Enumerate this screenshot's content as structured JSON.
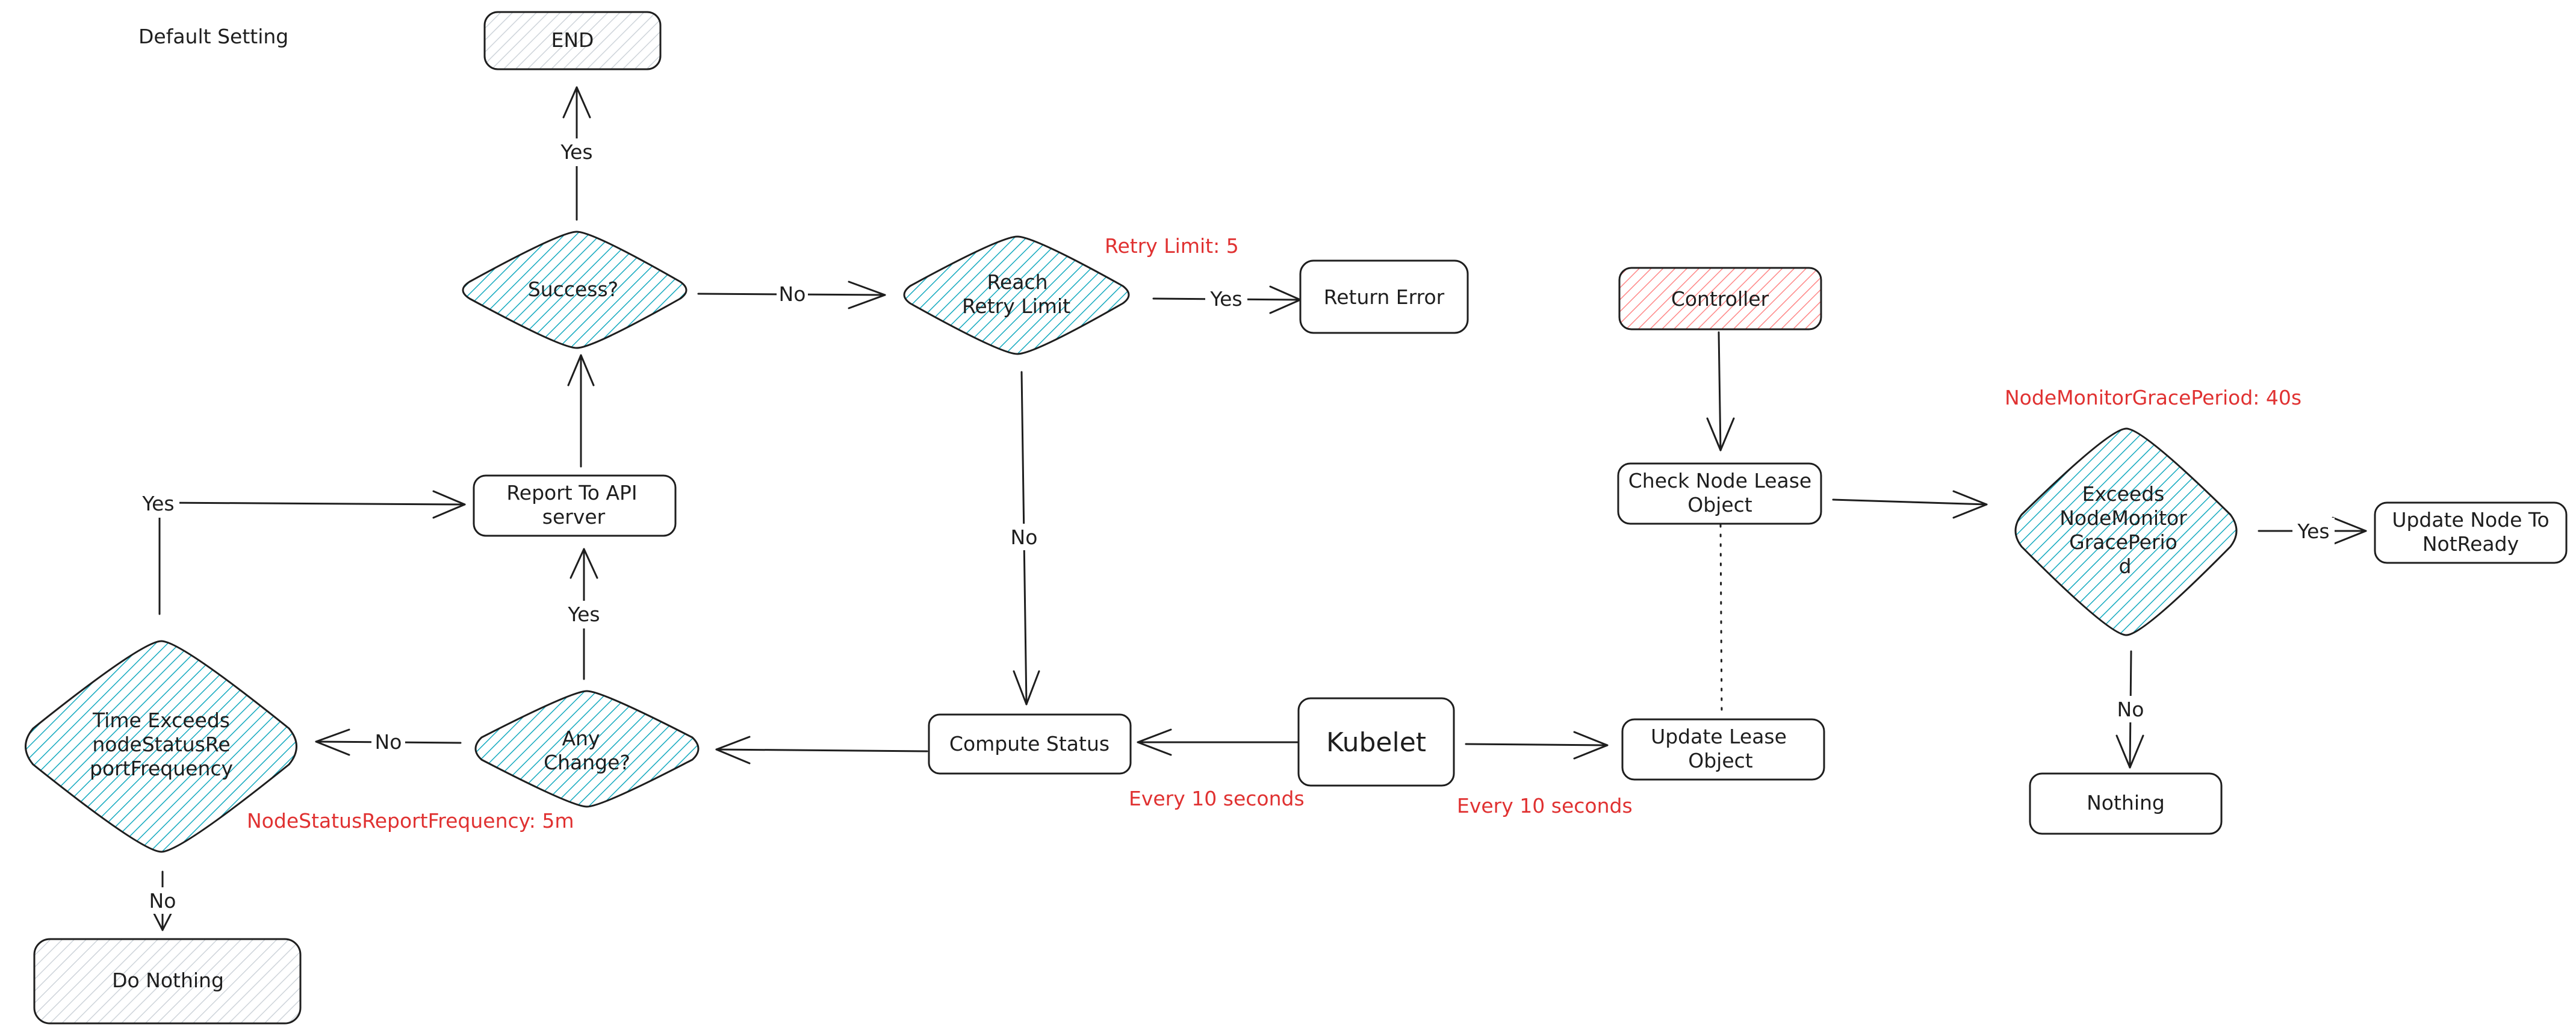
{
  "title": "Default Setting",
  "nodes": {
    "end": "END",
    "success": "Success?",
    "retry_line1": "Reach",
    "retry_line2": "Retry Limit",
    "return_error": "Return Error",
    "report_line1": "Report To API",
    "report_line2": "server",
    "time_line1": "Time Exceeds",
    "time_line2": "nodeStatusRe",
    "time_line3": "portFrequency",
    "any_line1": "Any",
    "any_line2": "Change?",
    "compute_status": "Compute Status",
    "kubelet": "Kubelet",
    "update_lease_line1": "Update Lease",
    "update_lease_line2": "Object",
    "do_nothing": "Do Nothing",
    "controller": "Controller",
    "check_lease_line1": "Check Node Lease",
    "check_lease_line2": "Object",
    "exceeds_line1": "Exceeds",
    "exceeds_line2": "NodeMonitor",
    "exceeds_line3": "GracePerio",
    "exceeds_line4": "d",
    "update_node_line1": "Update Node To",
    "update_node_line2": "NotReady",
    "nothing": "Nothing"
  },
  "edges": {
    "yes_end": "Yes",
    "no_success_retry": "No",
    "yes_retry_error": "Yes",
    "no_retry_compute": "No",
    "yes_time_report": "Yes",
    "yes_any_report": "Yes",
    "no_any_time": "No",
    "no_time_nothing": "No",
    "yes_exceeds_update": "Yes",
    "no_exceeds_nothing": "No"
  },
  "annotations": {
    "retry_limit": "Retry Limit: 5",
    "node_status_report_frequency": "NodeStatusReportFrequency: 5m",
    "every_10_left": "Every 10 seconds",
    "every_10_right": "Every 10 seconds",
    "node_monitor_grace_period": "NodeMonitorGracePeriod: 40s"
  },
  "colors": {
    "stroke": "#1e1e1e",
    "decision_fill": "#15aabf",
    "terminal_fill": "#ced4da",
    "controller_fill": "#ff8787",
    "annotation": "#e03131"
  }
}
